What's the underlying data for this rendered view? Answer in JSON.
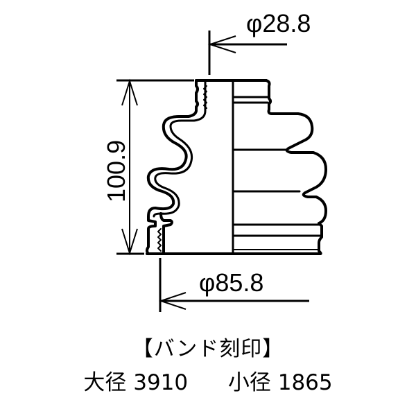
{
  "drawing": {
    "type": "CV boot (bellows) cross-section drawing",
    "dimensions": {
      "small_diameter": {
        "symbol": "φ",
        "value": "28.8",
        "label": "φ28.8"
      },
      "large_diameter": {
        "symbol": "φ",
        "value": "85.8",
        "label": "φ85.8"
      },
      "height": {
        "value": "100.9",
        "label": "100.9"
      }
    }
  },
  "caption": {
    "title": "【バンド刻印】",
    "large_label": "大径",
    "large_value": "3910",
    "small_label": "小径",
    "small_value": "1865"
  },
  "colors": {
    "line": "#000000",
    "background": "#ffffff"
  }
}
